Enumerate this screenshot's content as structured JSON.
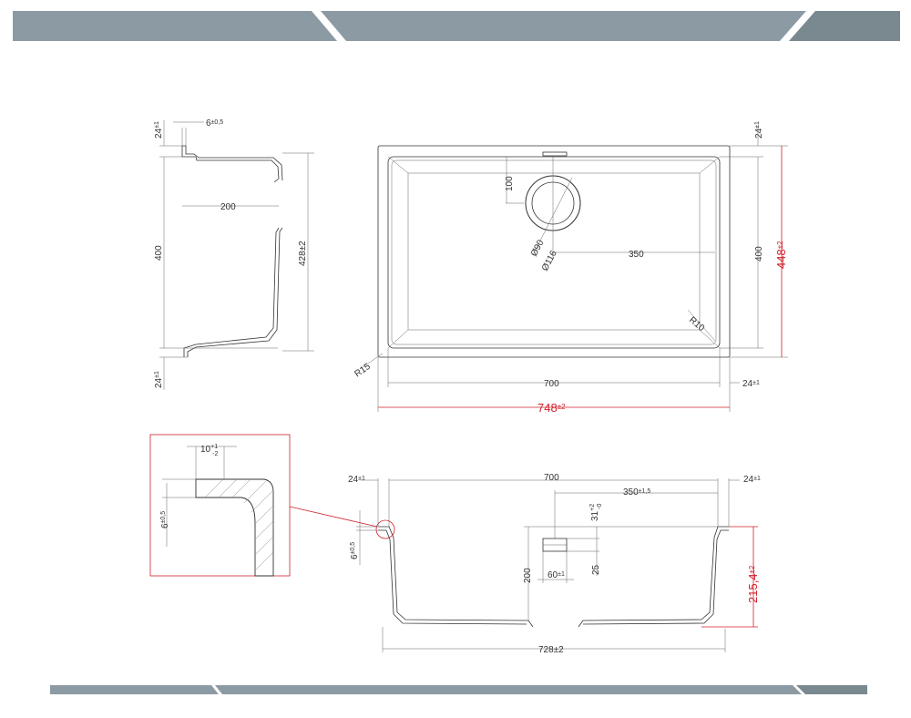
{
  "colors": {
    "banner": "#8c9aa3",
    "banner_dark": "#6e7e87",
    "line": "#333333",
    "accent_red": "#d0202a"
  },
  "side_view": {
    "top_lip": "24",
    "top_lip_tol": "±1",
    "wall": "6",
    "wall_tol": "±0,5",
    "inner_width": "200",
    "depth": "400",
    "total_depth": "428±2",
    "bottom_lip": "24",
    "bottom_lip_tol": "±1"
  },
  "top_view": {
    "drain_offset": "100",
    "drain_inner": "Ø90",
    "drain_outer": "Ø116",
    "drain_center": "350",
    "inner_length": "700",
    "inner_width": "400",
    "corner_inner": "R10",
    "corner_outer": "R15",
    "lip_top": "24",
    "lip_top_tol": "±1",
    "lip_right": "24",
    "lip_right_tol": "±1",
    "overall_length": "748",
    "overall_length_tol": "±2",
    "overall_width": "448",
    "overall_width_tol": "±2"
  },
  "detail_view": {
    "flange": "10",
    "flange_tol_plus": "+1",
    "flange_tol_minus": "-2",
    "wall": "6",
    "wall_tol": "±0,5"
  },
  "section_view": {
    "lip_left": "24",
    "lip_left_tol": "±1",
    "inner_length": "700",
    "lip_right": "24",
    "lip_right_tol": "±1",
    "drain_center": "350",
    "drain_center_tol": "±1,5",
    "drain_height": "31",
    "drain_height_tol_plus": "+2",
    "drain_height_tol_minus": "-0",
    "wall": "6",
    "wall_tol": "±0,5",
    "inner_depth": "200",
    "drain_width": "60",
    "drain_width_tol": "±1",
    "drain_depth": "25",
    "overall_height": "215,4",
    "overall_height_tol": "±2",
    "overall_length": "728±2"
  }
}
